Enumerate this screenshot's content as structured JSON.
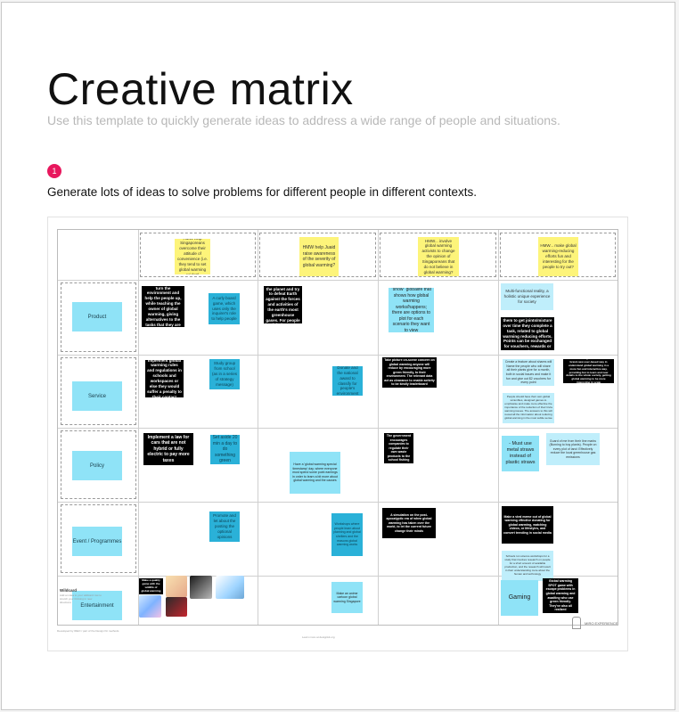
{
  "header": {
    "title": "Creative matrix",
    "subtitle": "Use this template to quickly generate ideas to address a wide range of people and situations.",
    "step_number": "1",
    "instruction": "Generate lots of ideas to solve problems for different people in different contexts."
  },
  "matrix": {
    "columns": [
      "HMW help Singaporeans overcome their attitude of convenience (i.e. they tend to set global warming aside?)",
      "HMW help Juaid raise awareness of the severity of global warming?",
      "HMW... involve global warming activists to change the opinion of Singaporeans that do not believe in global warming?",
      "HMW... make global warming-reducing efforts fun and interesting for the people to try out?"
    ],
    "rows": [
      "Product",
      "Service",
      "Policy",
      "Event / Programmes",
      "Entertainment"
    ],
    "wildcard": {
      "title": "Wildcard",
      "note": "Add an idea to your wildcard row to stretch your thinking in new directions"
    },
    "notes": {
      "product_c1_black": "A robot dinner to turn the environment and help the people up, while teaching the owner of global warming, giving alternatives to the tasks that they are performing",
      "product_c1_teal": "A curly board game, which uses only the inquirer's role to help people",
      "product_c2_black": "A game where you can control the planet and try to defeat Earth against the forces and activities of the earth's most greenhouse gases. For people in global Warming Terms",
      "product_c3_cyan": "\"show\" globalife that shows how global warming works/happens; there are options to plot for each scenario they want to view",
      "product_c4_pale": "Multi-functional reality, a holistic unique experience for society",
      "product_c4_black": "A workshop that allows them to get joints/mixture over time they complete a task, related to global warming reducing efforts. Points can be exchanged for vouchers, rewards or vouchers",
      "service_c1_black": "Implement global warming rules and regulations in schools and workspaces or else they would suffer a penalty to their contact",
      "service_c1_teal": "Study group from school (as in a series of strategy message)",
      "service_c2_teal": "Donate and the national award to classify for people's environment",
      "service_c3_black": "Take picture on-scene concern on global warming anyone will reduce by encouraging more green friendly, to their environment. The relevant data act as clearance to enable activity to be kindly leaderboard",
      "service_c4_pale1": "Create a feature about shares will Name the people who will share all their plants give for a month, both in social issues and make it fun and give out $2 vouchers for every point",
      "service_c4_black": "Global warming board is about a brand-new user-based way in understand global warming in a more fun and interactive way, providing fun to learn and new details to the whole society, getting global warming to be more interesting in scale",
      "service_c4_pale2": "People should have their own global scrambles, designed games to emphasise and make more effective the importance of the reduction of their trivia warming issues. The answers to this will reveal all the information about reducing global warming in the most subtle sense",
      "policy_c1_black": "Implement a law for cars that are not hybrid or fully electric to pay more taxes",
      "policy_c1_teal": "Set aside 20 min a day to do something green",
      "policy_c2_cyan": "Have a 'global warming special timestamp' day, where everyone must spend some point earnings in order to learn a bit more about global warming and the causes",
      "policy_c3_black": "The government encourages companies to regulate their own waste products to the school fishing",
      "policy_c4_cyan": "- Must use metal straws instead of plastic straws",
      "policy_c4_pale": "Guard of me from their line marks (Burning to buy plants). People on every plot of land: Effectively reduce the local greenhouse gas emissions",
      "event_c1_teal": "Promote and let about the posting the optional opinions",
      "event_c2_teal": "Workshops where people learn about planning and global shelters and the reasons global warming works",
      "event_c3_black": "A simulation on the post-apocalyptic era of when global warming has taken over the world, to let the current future change their minds",
      "event_c4_black": "Make a viral meme out of global warming effective donating for global warming, watching videos, or lifestyles, and convert trending in social media",
      "event_c4_pale": "Schools run science workshops for a study that involves research on people for a short amount of available production, and the research will result in their understanding more about the human and technology",
      "ent_c1_black": "Make a quality game with the wildlife of global warming",
      "ent_c2_cyan": "Make an anime cartoon global warming Singapore",
      "ent_c4_cyan": "Gaming",
      "ent_c4_black": "Global warming SPOT game with escape problems in global warming and awaiting who use green friendly. They've also all realized"
    }
  },
  "footer": {
    "left": "Developed by IDEO / part of the Design Kit methods",
    "center": "Learn more at designkit.org",
    "brand": "MIRO EXPERIENCE"
  }
}
